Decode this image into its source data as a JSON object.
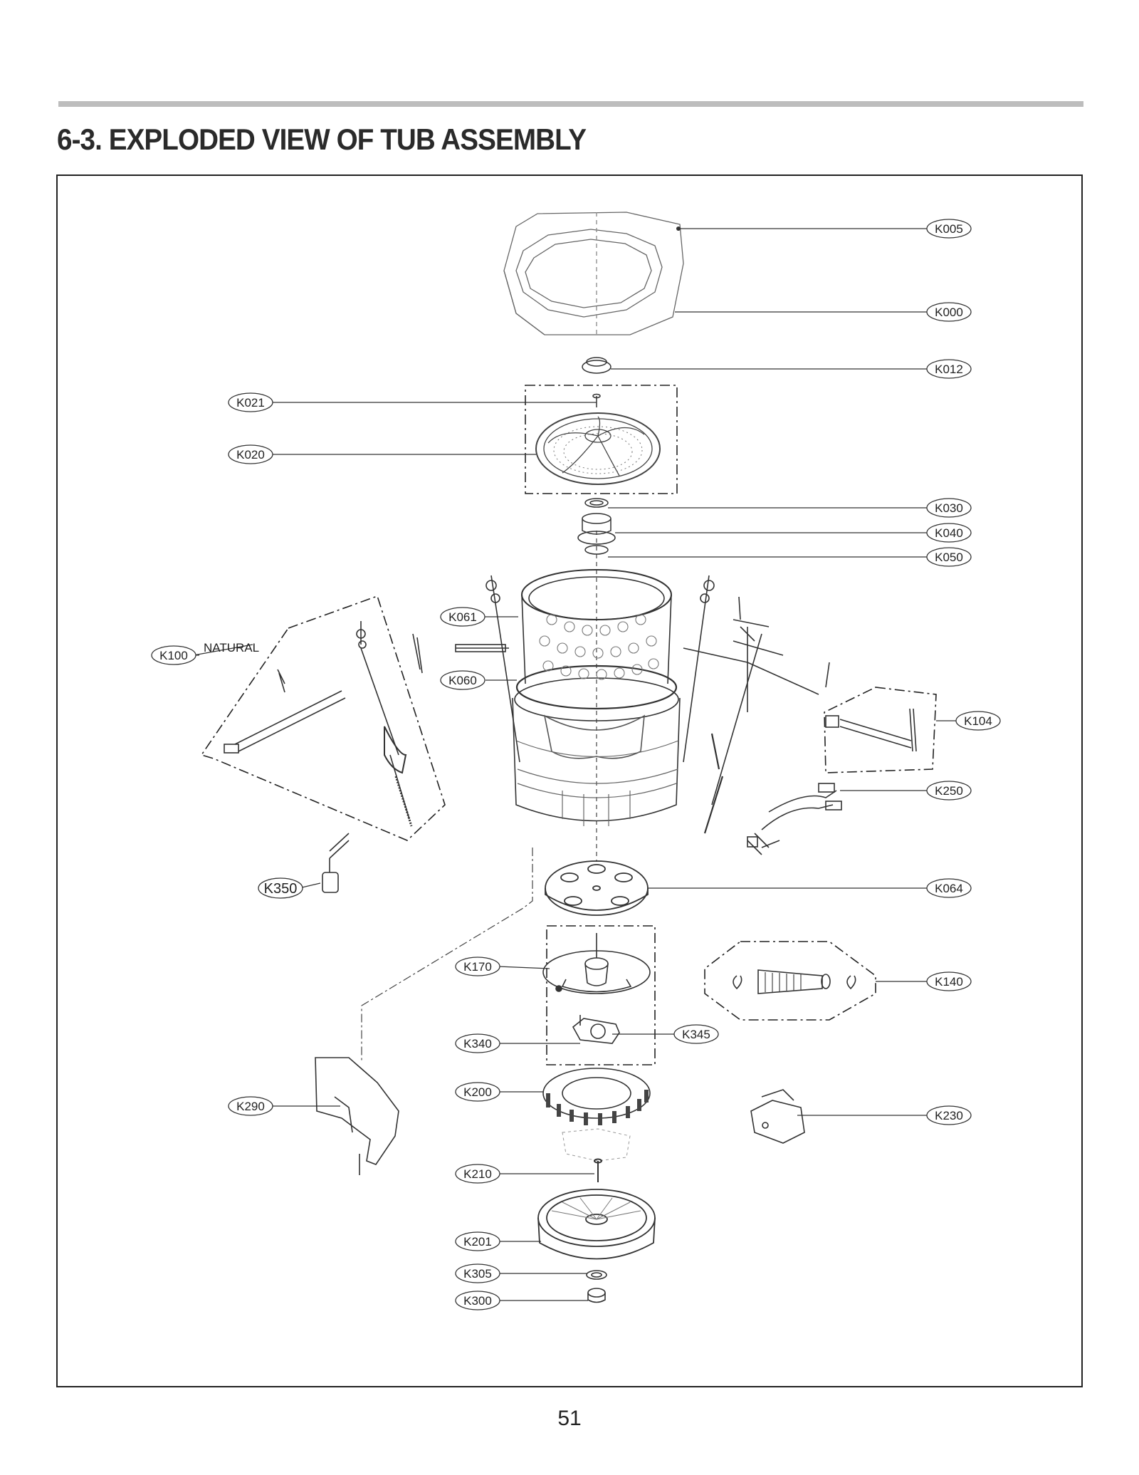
{
  "page": {
    "title": "6-3. EXPLODED VIEW OF TUB ASSEMBLY",
    "page_number": "51"
  },
  "parts": [
    {
      "id": "k005",
      "label": "K005"
    },
    {
      "id": "k000",
      "label": "K000"
    },
    {
      "id": "k012",
      "label": "K012"
    },
    {
      "id": "k021",
      "label": "K021"
    },
    {
      "id": "k020",
      "label": "K020"
    },
    {
      "id": "k030",
      "label": "K030"
    },
    {
      "id": "k040",
      "label": "K040"
    },
    {
      "id": "k050",
      "label": "K050"
    },
    {
      "id": "k061",
      "label": "K061"
    },
    {
      "id": "k100",
      "label": "K100"
    },
    {
      "id": "k060",
      "label": "K060"
    },
    {
      "id": "k104",
      "label": "K104"
    },
    {
      "id": "k250",
      "label": "K250"
    },
    {
      "id": "k350",
      "label": "K350"
    },
    {
      "id": "k064",
      "label": "K064"
    },
    {
      "id": "k170",
      "label": "K170"
    },
    {
      "id": "k140",
      "label": "K140"
    },
    {
      "id": "k340",
      "label": "K340"
    },
    {
      "id": "k345",
      "label": "K345"
    },
    {
      "id": "k200",
      "label": "K200"
    },
    {
      "id": "k290",
      "label": "K290"
    },
    {
      "id": "k230",
      "label": "K230"
    },
    {
      "id": "k210",
      "label": "K210"
    },
    {
      "id": "k201",
      "label": "K201"
    },
    {
      "id": "k305",
      "label": "K305"
    },
    {
      "id": "k300",
      "label": "K300"
    }
  ],
  "annotations": {
    "natural": "NATURAL"
  }
}
